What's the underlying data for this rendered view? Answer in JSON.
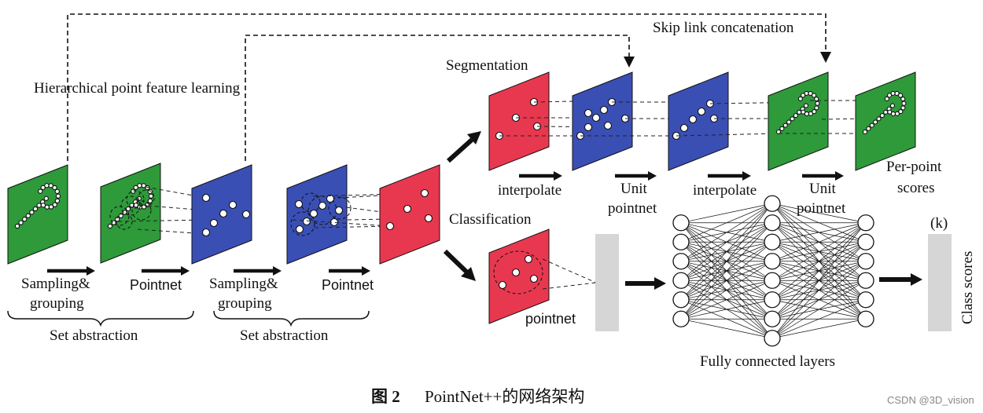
{
  "labels": {
    "hierarchical": "Hierarchical point feature learning",
    "skip_link": "Skip link concatenation",
    "segmentation": "Segmentation",
    "classification": "Classification",
    "sampling_grouping_1a": "Sampling&",
    "sampling_grouping_1b": "grouping",
    "pointnet_1": "Pointnet",
    "sampling_grouping_2a": "Sampling&",
    "sampling_grouping_2b": "grouping",
    "pointnet_2": "Pointnet",
    "set_abstraction_1": "Set abstraction",
    "set_abstraction_2": "Set abstraction",
    "interpolate_1": "interpolate",
    "unit_pointnet_1a": "Unit",
    "unit_pointnet_1b": "pointnet",
    "interpolate_2": "interpolate",
    "unit_pointnet_2a": "Unit",
    "unit_pointnet_2b": "pointnet",
    "per_point_a": "Per-point",
    "per_point_b": "scores",
    "pointnet_cls": "pointnet",
    "fully_connected": "Fully connected layers",
    "k": "(k)",
    "class_scores": "Class scores"
  },
  "caption": {
    "figure_no": "图 2",
    "title": "PointNet++的网络架构"
  },
  "watermark": "CSDN @3D_vision",
  "colors": {
    "green": "#2e9a3a",
    "blue": "#3a4fb4",
    "red": "#e8384f",
    "gray": "#d6d6d6",
    "ink": "#111111"
  },
  "network": {
    "layers": [
      6,
      8,
      6
    ]
  }
}
